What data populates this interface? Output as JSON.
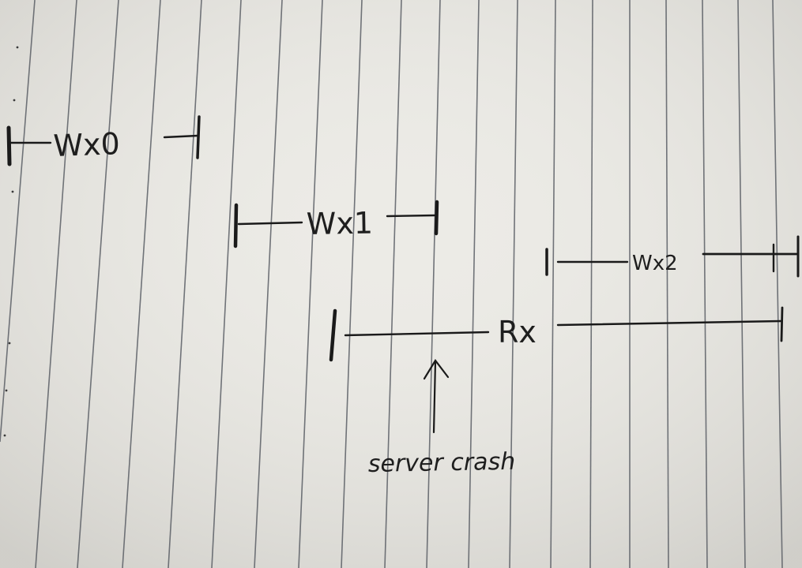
{
  "intervals": [
    {
      "label": "Wx0"
    },
    {
      "label": "Wx1"
    },
    {
      "label": "Wx2"
    },
    {
      "label": "Rx"
    }
  ],
  "annotation": {
    "label": "server crash"
  },
  "colors": {
    "paper": "#ecebe6",
    "ruled_line": "#5b5f66",
    "ink": "#1a1a1a"
  }
}
